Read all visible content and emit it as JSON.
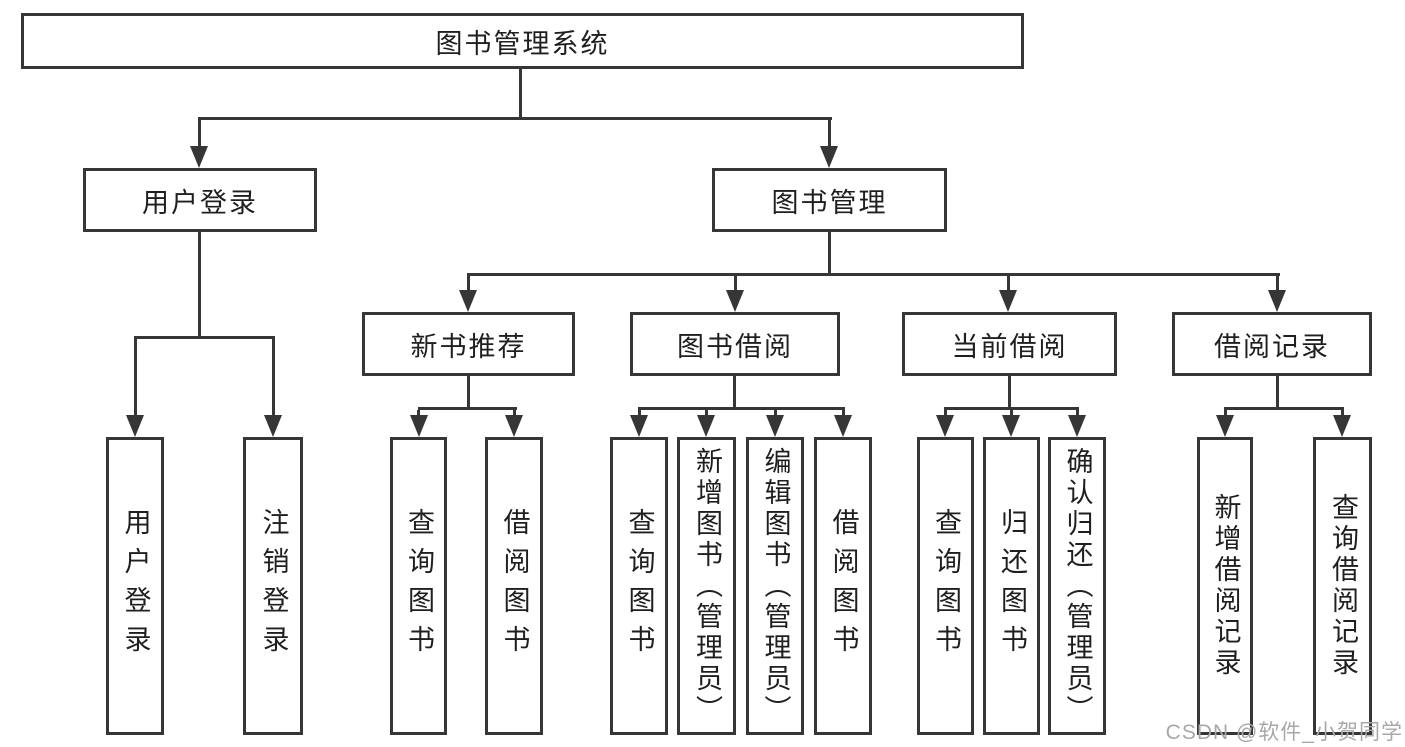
{
  "colors": {
    "line": "#363636",
    "text": "#1f1f1f",
    "background": "#ffffff",
    "watermark": "#a8a8a8"
  },
  "watermark": {
    "text": "CSDN @软件_小贺同学"
  },
  "tree": {
    "root": {
      "label": "图书管理系统",
      "children": [
        {
          "label": "用户登录",
          "children": [
            {
              "label": "用户登录"
            },
            {
              "label": "注销登录"
            }
          ]
        },
        {
          "label": "图书管理",
          "children": [
            {
              "label": "新书推荐",
              "children": [
                {
                  "label": "查询图书"
                },
                {
                  "label": "借阅图书"
                }
              ]
            },
            {
              "label": "图书借阅",
              "children": [
                {
                  "label": "查询图书"
                },
                {
                  "label": "新增图书（管理员）"
                },
                {
                  "label": "编辑图书（管理员）"
                },
                {
                  "label": "借阅图书"
                }
              ]
            },
            {
              "label": "当前借阅",
              "children": [
                {
                  "label": "查询图书"
                },
                {
                  "label": "归还图书"
                },
                {
                  "label": "确认归还（管理员）"
                }
              ]
            },
            {
              "label": "借阅记录",
              "children": [
                {
                  "label": "新增借阅记录"
                },
                {
                  "label": "查询借阅记录"
                }
              ]
            }
          ]
        }
      ]
    }
  }
}
